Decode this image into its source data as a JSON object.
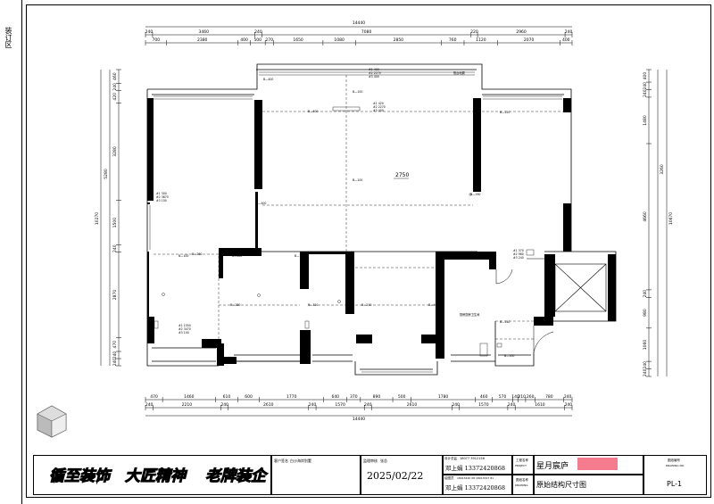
{
  "binding_label": "装订区",
  "top_dims": {
    "overall": "14440",
    "row1": [
      "240",
      "3460",
      "240",
      "7080",
      "220",
      "2960",
      "240"
    ],
    "row2": [
      "700",
      "2380",
      "400",
      "500",
      "270",
      "1650",
      "1080",
      "2850",
      "760",
      "1120",
      "2070",
      "400"
    ]
  },
  "bottom_dims": {
    "overall": "14440",
    "row1": [
      "470",
      "1460",
      "610",
      "600",
      "1770",
      "640",
      "370",
      "890",
      "500",
      "1780",
      "460",
      "570",
      "140",
      "210",
      "260",
      "780",
      "240"
    ],
    "row2": [
      "240",
      "2210",
      "240",
      "2610",
      "240",
      "1570",
      "240",
      "2610",
      "240",
      "1570",
      "240",
      "1610",
      "240"
    ]
  },
  "left_dims": {
    "overall": "10270",
    "parts": [
      "460",
      "240",
      "420",
      "3280",
      "1500",
      "240",
      "2870",
      "470",
      "240",
      "240"
    ],
    "mid": "5280"
  },
  "right_dims": {
    "overall": "10670",
    "parts": [
      "400",
      "240",
      "240",
      "1480",
      "4660",
      "240",
      "980",
      "1060",
      "240",
      "240"
    ],
    "mid": "3260"
  },
  "plan_labels": {
    "ceiling": "2750",
    "balcony": "阳台地漏",
    "service": "厨房厨房卫生间",
    "beam_prefix": "B—",
    "room_tags": [
      "#1 400",
      "#2 2270",
      "#3 400",
      "#1 300",
      "#2 3670",
      "#3 100",
      "#1 420",
      "#2 2270",
      "#3 400",
      "#1 1550",
      "#2 3470",
      "#3 100",
      "#1 370",
      "#2 980",
      "#3 240"
    ],
    "beams": [
      "B—400",
      "B—100",
      "B—120",
      "B—400",
      "B—190",
      "B—100",
      "B—400",
      "B—100",
      "B—130",
      "B—280",
      "B—280",
      "B—280",
      "B—400",
      "B—320",
      "B—210",
      "B—140",
      "B—100"
    ]
  },
  "title_block": {
    "slogans": [
      "循至装饰",
      "大匠精神",
      "老牌装企"
    ],
    "client_label": "客户签名",
    "client_name": "白沙海岸别墅",
    "review_label": "监理审核",
    "review_value": "张总",
    "date": "2025/02/22",
    "designer_label": "设计总监",
    "designer_detail": "18077 3912156",
    "designer": "邓上娟 13372420868",
    "drafter_label": "绘图员",
    "drafter_detail": "18013420 08 18013347 81",
    "drafter": "邓上娟 13372420868",
    "project_label": "工程名称",
    "project_label2": "PROJECT",
    "drawing_label": "图纸名称",
    "drawing_label2": "DRAWING",
    "project_name": "星月宸庐",
    "drawing_name": "原始结构尺寸图",
    "number_label": "图纸编号",
    "number_label2": "DRAWING NO.",
    "sheet_no": "PL-1"
  },
  "colors": {
    "wall": "#000000",
    "redaction": "#f47c8e",
    "frame": "#000000"
  }
}
